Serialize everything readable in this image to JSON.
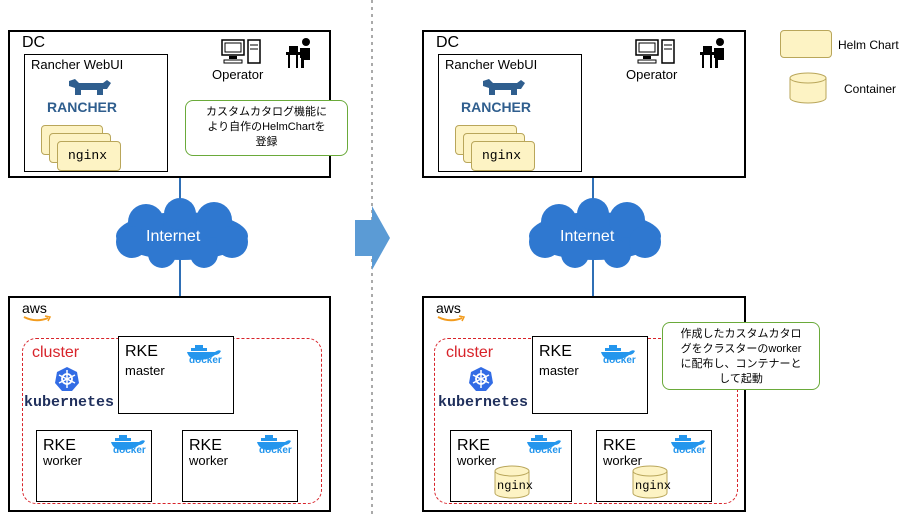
{
  "left": {
    "dc": {
      "label": "DC",
      "rancher_label": "Rancher WebUI",
      "rancher_logo": "RANCHER",
      "chart_label": "nginx",
      "operator_label": "Operator",
      "callout": [
        "カスタムカタログ機能に",
        "より自作のHelmChartを",
        "登録"
      ]
    },
    "internet_label": "Internet",
    "aws": {
      "label": "aws",
      "cluster_label": "cluster",
      "k8s_label": "kubernetes",
      "master": {
        "title": "RKE",
        "role": "master",
        "docker": "docker"
      },
      "worker1": {
        "title": "RKE",
        "role": "worker",
        "docker": "docker"
      },
      "worker2": {
        "title": "RKE",
        "role": "worker",
        "docker": "docker"
      }
    }
  },
  "right": {
    "dc": {
      "label": "DC",
      "rancher_label": "Rancher WebUI",
      "rancher_logo": "RANCHER",
      "chart_label": "nginx",
      "operator_label": "Operator"
    },
    "internet_label": "Internet",
    "aws": {
      "label": "aws",
      "cluster_label": "cluster",
      "k8s_label": "kubernetes",
      "callout": [
        "作成したカスタムカタロ",
        "グをクラスターのworker",
        "に配布し、コンテナーと",
        "して起動"
      ],
      "master": {
        "title": "RKE",
        "role": "master",
        "docker": "docker"
      },
      "worker1": {
        "title": "RKE",
        "role": "worker",
        "docker": "docker",
        "container": "nginx"
      },
      "worker2": {
        "title": "RKE",
        "role": "worker",
        "docker": "docker",
        "container": "nginx"
      }
    }
  },
  "legend": {
    "helm_label": "Helm Chart",
    "container_label": "Container"
  },
  "colors": {
    "chart_fill": "#fdf3c4",
    "chart_border": "#b9a65a",
    "cloud": "#2f78d0",
    "connector": "#2f6fb5",
    "cluster_border": "#d8232a",
    "cluster_text": "#d8232a",
    "k8s_blue": "#326ce5",
    "docker_blue": "#2496ed",
    "callout_border": "#6aaa3a",
    "arrow": "#5b9bd5"
  }
}
